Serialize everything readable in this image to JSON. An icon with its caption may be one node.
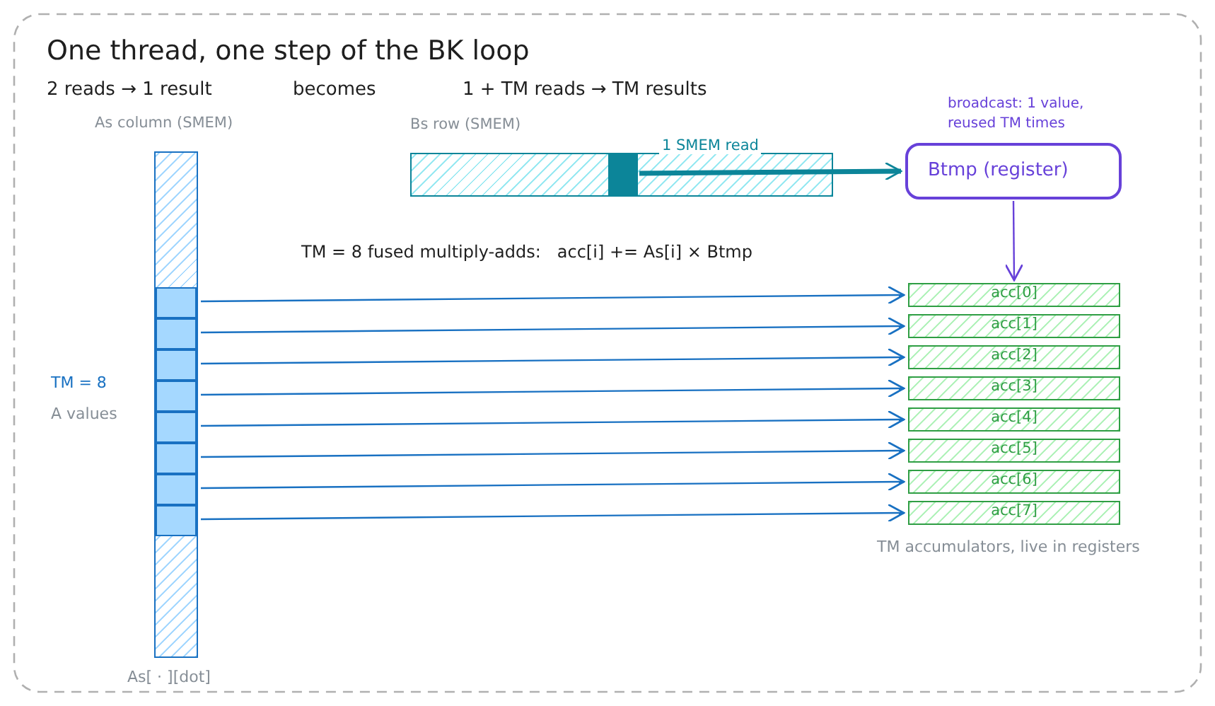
{
  "diagram": {
    "title": "One thread, one step of the BK loop",
    "nodes": [
      {
        "text": [
          "As column (SMEM)"
        ],
        "beside": [
          "As[ · ][dot]"
        ]
      },
      {
        "text": [],
        "shape": "box",
        "in": 0
      },
      {
        "text": [],
        "shape": "box",
        "in": 0
      },
      {
        "text": [],
        "shape": "box",
        "in": 0
      },
      {
        "text": [],
        "shape": "box",
        "in": 0
      },
      {
        "text": [],
        "shape": "box",
        "in": 0
      },
      {
        "text": [],
        "shape": "box",
        "in": 0
      },
      {
        "text": [],
        "shape": "box",
        "in": 0
      },
      {
        "text": [],
        "shape": "box",
        "in": 0
      },
      {
        "text": [
          "Bs row (SMEM)"
        ]
      },
      {
        "text": [],
        "shape": "box",
        "in": 9
      },
      {
        "text": [
          "Btmp (register)"
        ],
        "beside": [
          "broadcast: 1 value, reused TM times"
        ]
      },
      {
        "text": [
          "acc[0]"
        ]
      },
      {
        "text": [
          "acc[1]"
        ]
      },
      {
        "text": [
          "acc[2]"
        ]
      },
      {
        "text": [
          "acc[3]"
        ]
      },
      {
        "text": [
          "acc[4]"
        ]
      },
      {
        "text": [
          "acc[5]"
        ]
      },
      {
        "text": [
          "acc[6]"
        ]
      },
      {
        "text": [
          "acc[7]"
        ]
      }
    ],
    "edges": [
      {
        "from": 10,
        "to": 11,
        "arrow": "to",
        "label": "1 SMEM read",
        "style": "thick",
        "color": "#0c8599"
      },
      {
        "from": 11,
        "to": 12,
        "arrow": "to",
        "color": "#6741d9"
      },
      {
        "from": 1,
        "to": 12,
        "arrow": "to"
      },
      {
        "from": 2,
        "to": 13,
        "arrow": "to"
      },
      {
        "from": 3,
        "to": 14,
        "arrow": "to"
      },
      {
        "from": 4,
        "to": 15,
        "arrow": "to"
      },
      {
        "from": 5,
        "to": 16,
        "arrow": "to"
      },
      {
        "from": 6,
        "to": 17,
        "arrow": "to"
      },
      {
        "from": 7,
        "to": 18,
        "arrow": "to"
      },
      {
        "from": 8,
        "to": 19,
        "arrow": "to"
      }
    ],
    "labels": [
      "2 reads → 1 result",
      "becomes",
      "1 + TM reads → TM results",
      "TM = 8 fused multiply-adds:   acc[i] += As[i] × Btmp",
      "TM = 8",
      "A values",
      "TM accumulators, live in registers"
    ]
  }
}
